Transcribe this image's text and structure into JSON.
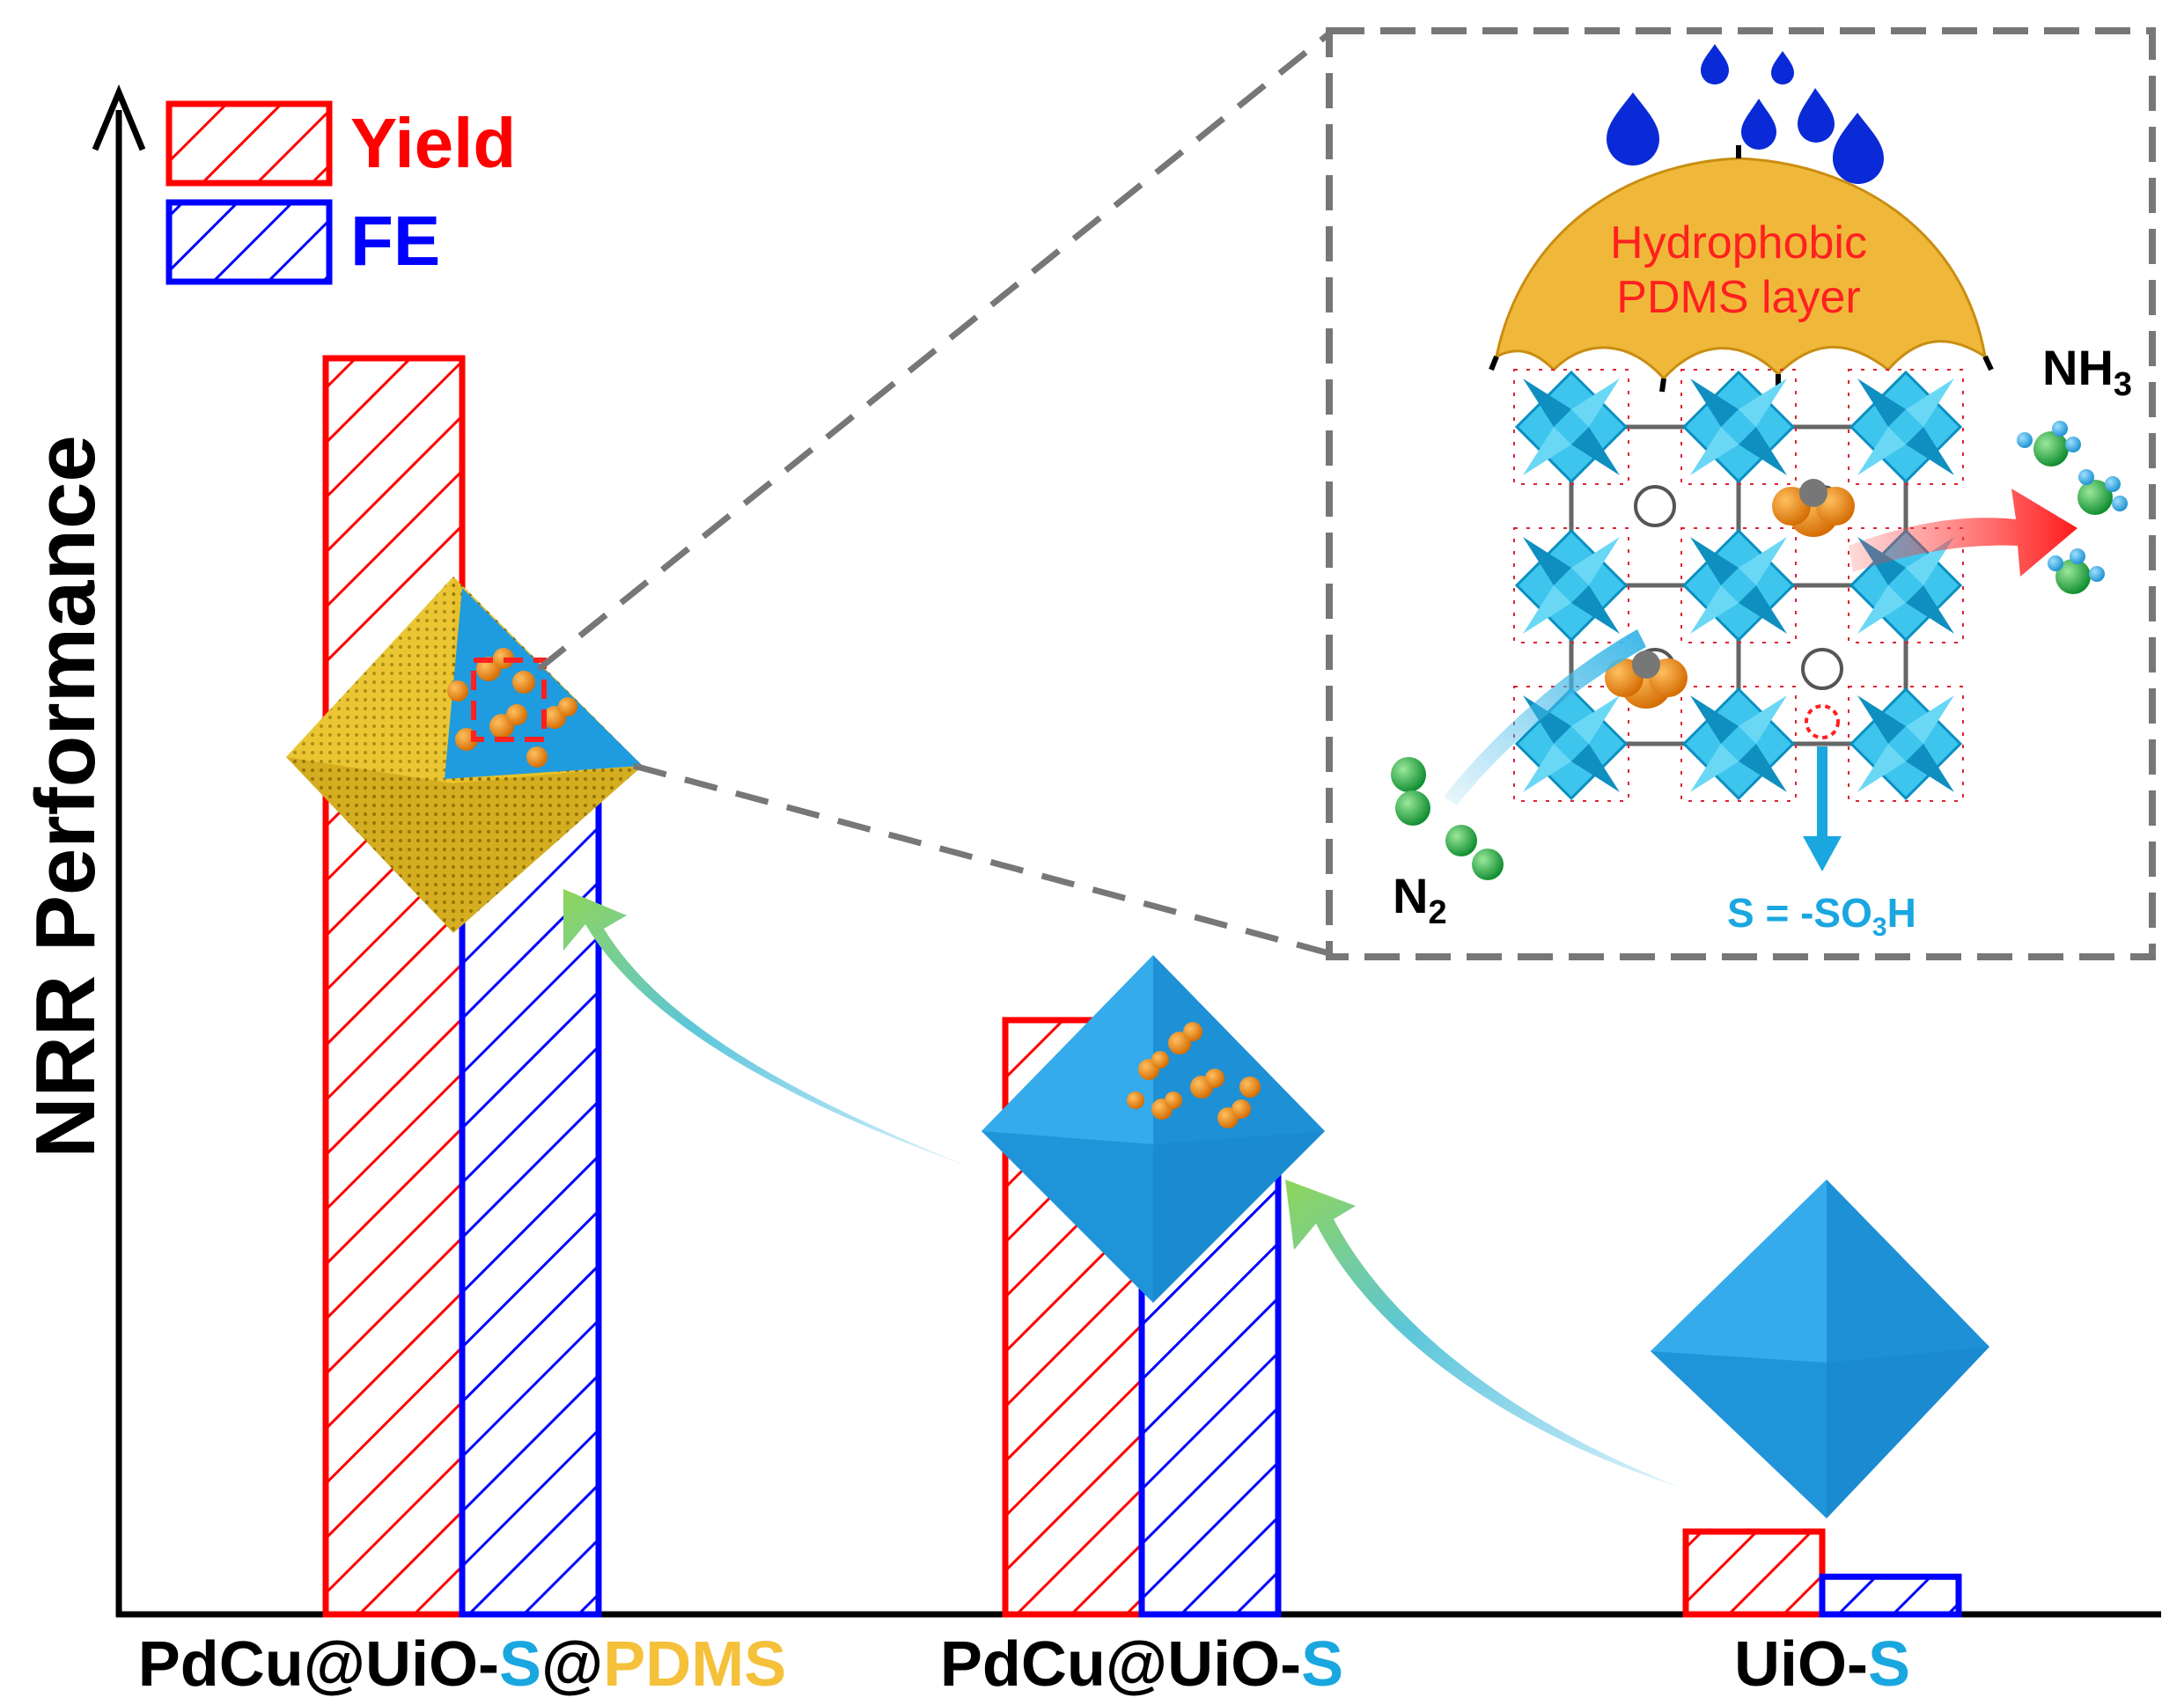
{
  "chart_data": {
    "type": "bar",
    "ylabel": "NRR Performance",
    "xlabel": "",
    "ylim": [
      0,
      100
    ],
    "categories": [
      {
        "parts": [
          {
            "text": "PdCu@UiO-",
            "color": "#000000"
          },
          {
            "text": "S",
            "color": "#1aa7e0"
          },
          {
            "text": "@",
            "color": "#000000"
          },
          {
            "text": "PDMS",
            "color": "#f5c13a"
          }
        ]
      },
      {
        "parts": [
          {
            "text": "PdCu@UiO-",
            "color": "#000000"
          },
          {
            "text": "S",
            "color": "#1aa7e0"
          }
        ]
      },
      {
        "parts": [
          {
            "text": "UiO-",
            "color": "#000000"
          },
          {
            "text": "S",
            "color": "#1aa7e0"
          }
        ]
      }
    ],
    "series": [
      {
        "name": "Yield",
        "color": "#ff0000",
        "values": [
          83.5,
          39.5,
          5.5
        ]
      },
      {
        "name": "FE",
        "color": "#0000ff",
        "values": [
          54.5,
          31.5,
          2.5
        ]
      }
    ],
    "legend_position": "top-left",
    "grid": false
  },
  "inset": {
    "umbrella_text_line1": "Hydrophobic",
    "umbrella_text_line2": "PDMS layer",
    "product_label": "NH",
    "product_sub": "3",
    "reactant_label": "N",
    "reactant_sub": "2",
    "group_prefix": "S = -SO",
    "group_sub": "3",
    "group_suffix": "H"
  },
  "icons": {
    "octahedron": "octahedron-icon",
    "arrow": "curved-arrow-icon",
    "water_drop": "water-drop-icon",
    "umbrella": "umbrella-icon",
    "molecule": "molecule-icon"
  },
  "colors": {
    "octahedron_blue": "#1f9be0",
    "pdms_gold": "#e8c12a",
    "arrow_green": "#8fd55a",
    "arrow_cyan": "#3fb8e8",
    "inset_border": "#777777"
  }
}
